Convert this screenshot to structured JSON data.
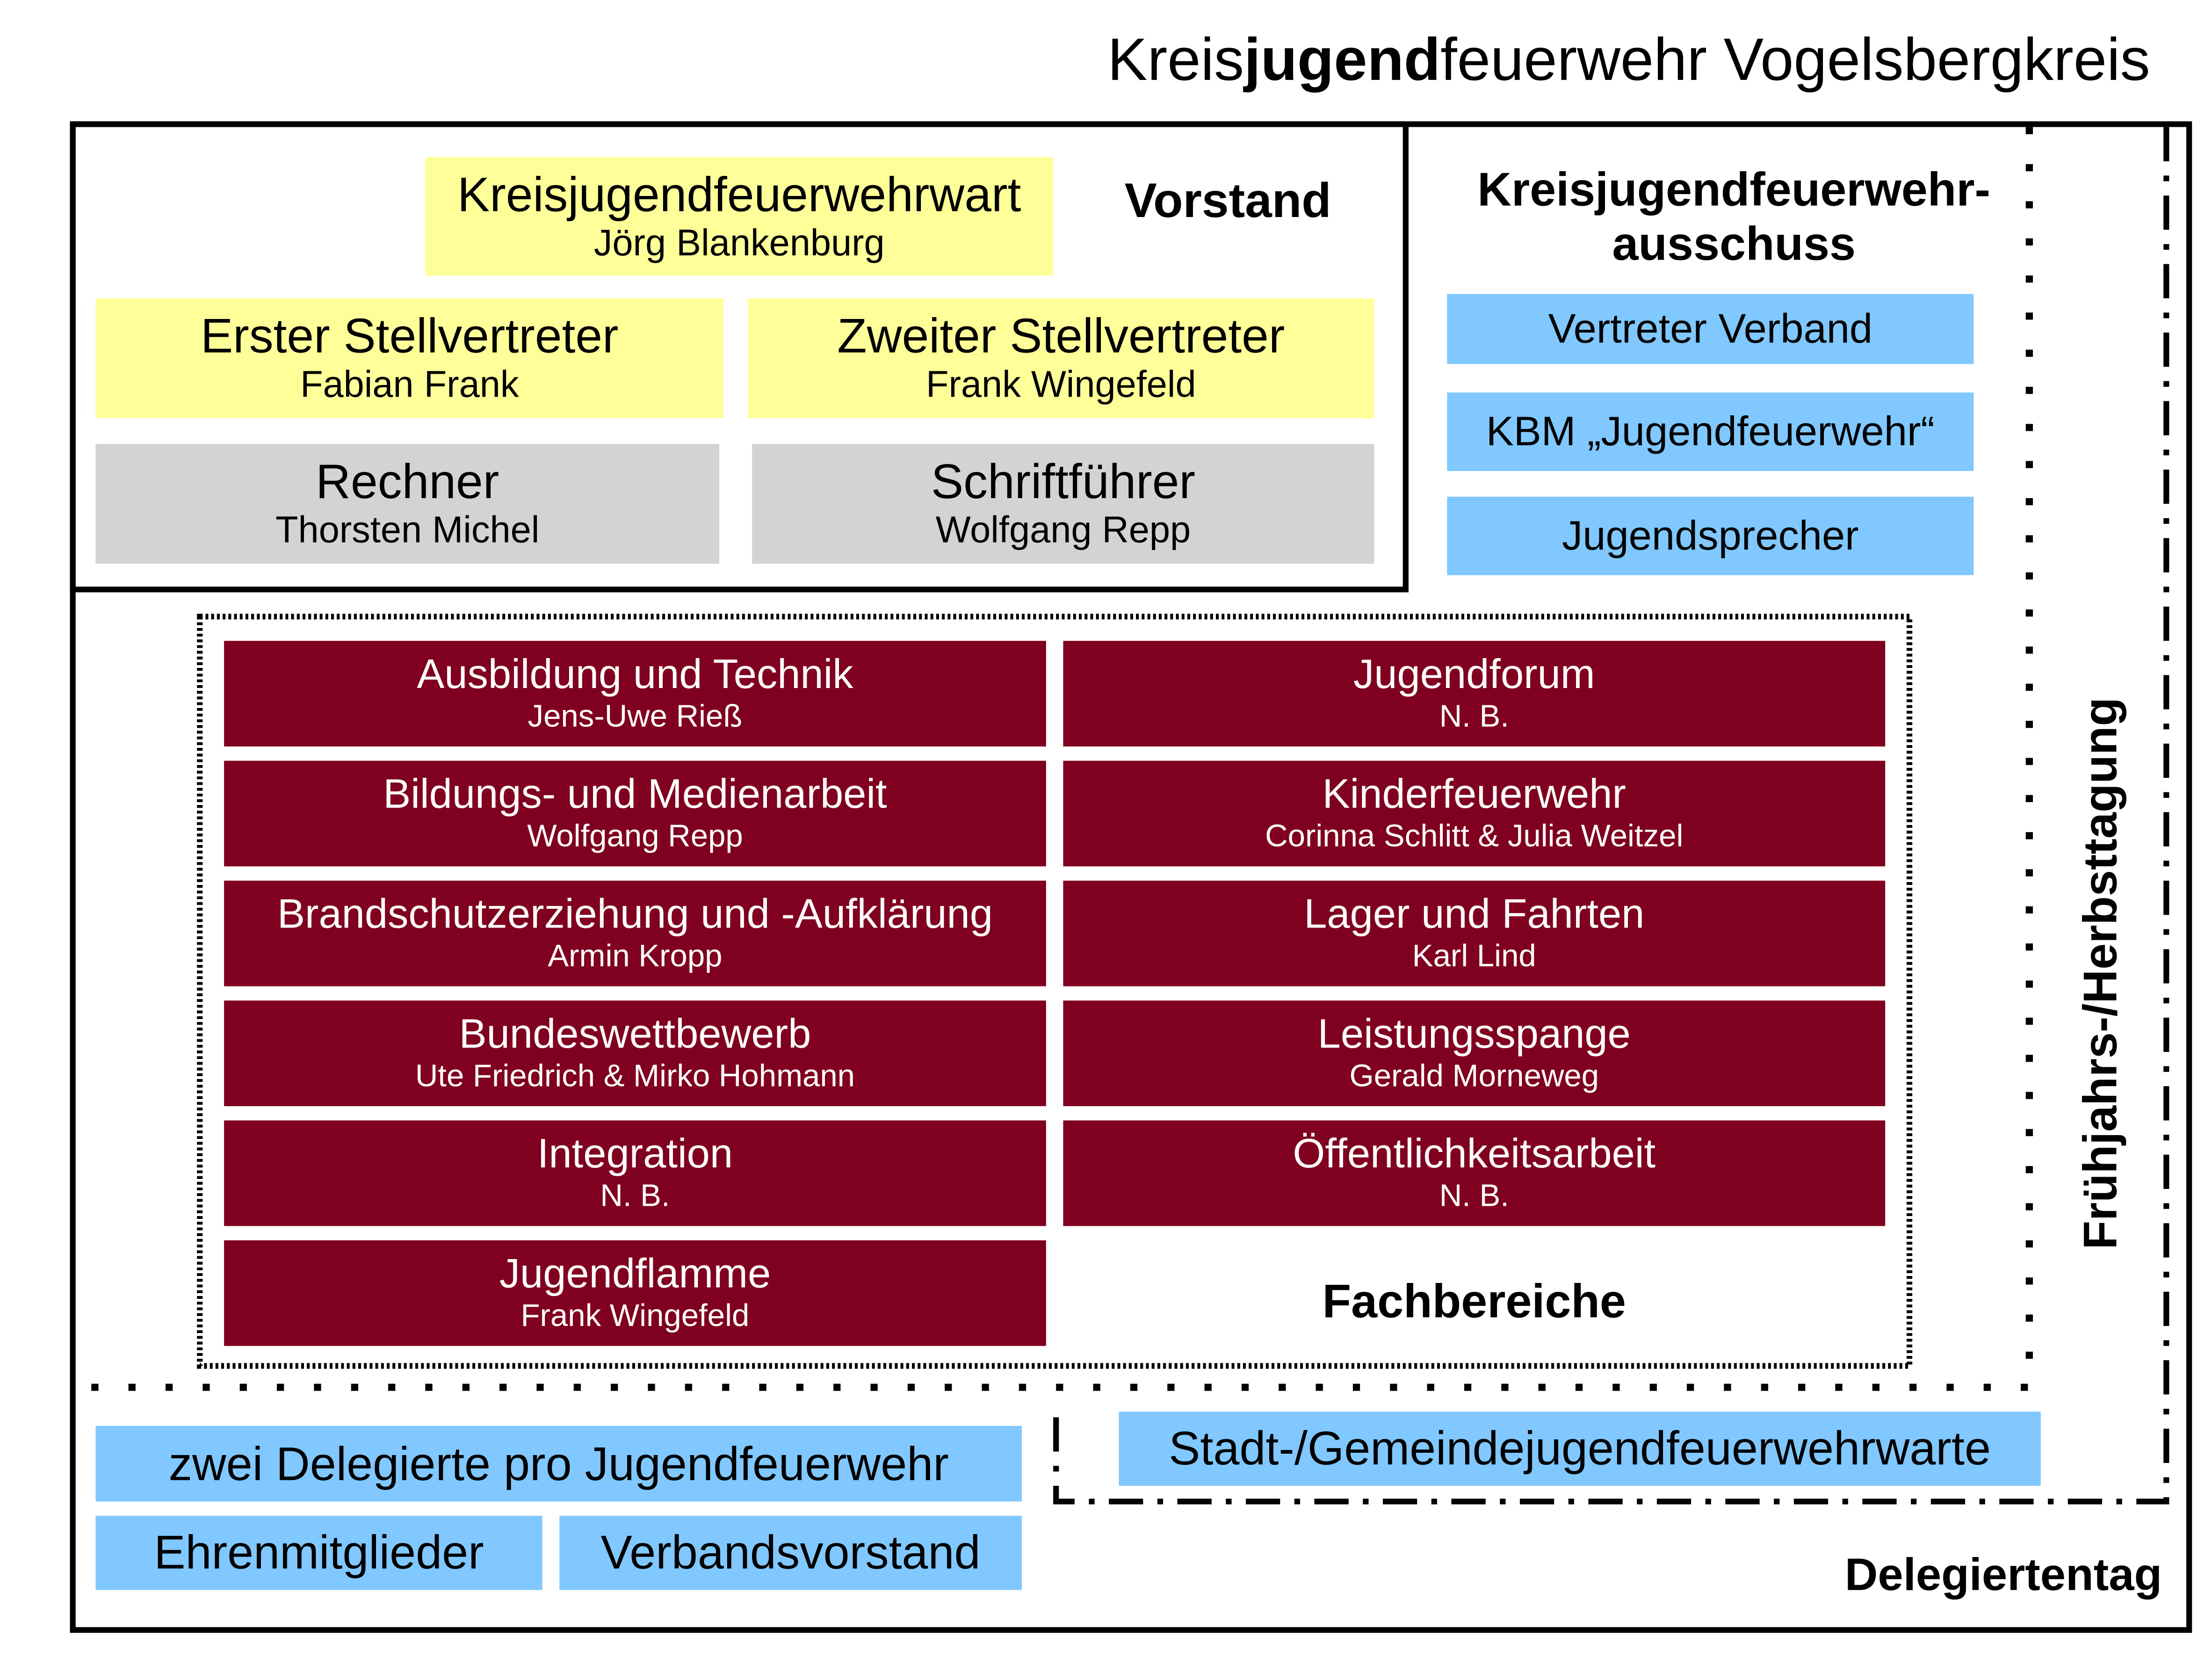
{
  "title": {
    "prefix": "Kreis",
    "bold": "jugend",
    "suffix": "feuerwehr Vogelsbergkreis"
  },
  "vorstand": {
    "label": "Vorstand",
    "wart": {
      "title": "Kreisjugendfeuerwehrwart",
      "name": "Jörg Blankenburg"
    },
    "erster": {
      "title": "Erster Stellvertreter",
      "name": "Fabian Frank"
    },
    "zweiter": {
      "title": "Zweiter Stellvertreter",
      "name": "Frank Wingefeld"
    },
    "rechner": {
      "title": "Rechner",
      "name": "Thorsten Michel"
    },
    "schriftfuehrer": {
      "title": "Schriftführer",
      "name": "Wolfgang Repp"
    }
  },
  "ausschuss": {
    "label_line1": "Kreisjugendfeuerwehr-",
    "label_line2": "ausschuss",
    "items": [
      "Vertreter Verband",
      "KBM „Jugendfeuerwehr“",
      "Jugendsprecher"
    ]
  },
  "fachbereiche": {
    "label": "Fachbereiche",
    "left": [
      {
        "title": "Ausbildung und Technik",
        "name": "Jens-Uwe Rieß"
      },
      {
        "title": "Bildungs- und Medienarbeit",
        "name": "Wolfgang Repp"
      },
      {
        "title": "Brandschutzerziehung und -Aufklärung",
        "name": "Armin Kropp"
      },
      {
        "title": "Bundeswettbewerb",
        "name": "Ute Friedrich & Mirko Hohmann"
      },
      {
        "title": "Integration",
        "name": "N. B."
      },
      {
        "title": "Jugendflamme",
        "name": "Frank Wingefeld"
      }
    ],
    "right": [
      {
        "title": "Jugendforum",
        "name": "N. B."
      },
      {
        "title": "Kinderfeuerwehr",
        "name": "Corinna Schlitt & Julia Weitzel"
      },
      {
        "title": "Lager und Fahrten",
        "name": "Karl Lind"
      },
      {
        "title": "Leistungsspange",
        "name": "Gerald Morneweg"
      },
      {
        "title": "Öffentlichkeitsarbeit",
        "name": "N. B."
      }
    ]
  },
  "tagung": {
    "label": "Frühjahrs-/Herbsttagung",
    "item": "Stadt-/Gemeindejugendfeuerwehrwarte"
  },
  "delegiertentag": {
    "label": "Delegiertentag",
    "delegierte": "zwei Delegierte pro Jugendfeuerwehr",
    "ehrenmitglieder": "Ehrenmitglieder",
    "verbandsvorstand": "Verbandsvorstand"
  },
  "colors": {
    "yellow": "#ffff99",
    "grey": "#d3d3d3",
    "blue": "#80c8ff",
    "dark_red": "#800020"
  }
}
